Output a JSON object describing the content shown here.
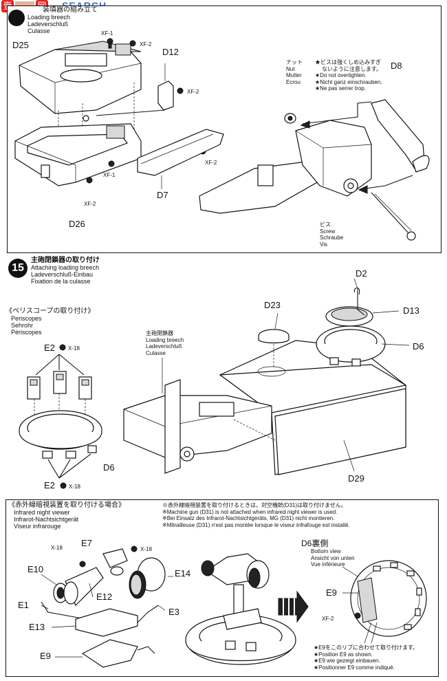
{
  "watermark": {
    "text": "SEARCH",
    "logo_left": "壹",
    "logo_right": "网"
  },
  "top_panel": {
    "caption_jp": "装填器の組み立て",
    "caption_en": "Loading breech",
    "caption_de": "Ladeverschluß",
    "caption_fr": "Culasse",
    "labels": {
      "d25": "D25",
      "xf1_top": "XF-1",
      "xf2_top": "XF-2",
      "d12": "D12",
      "d7": "D7",
      "xf2_mid": "XF-2",
      "xf2_right": "XF-2",
      "xf1_low": "XF-1",
      "xf2_low": "XF-2",
      "d26": "D26",
      "d8": "D8"
    },
    "nut_text": [
      "ナット",
      "Nut",
      "Mutter",
      "Ecrou"
    ],
    "nut_warning": [
      "★ビスは強くしめ込みすぎ",
      "ないように注意します。",
      "★Do not overtighten.",
      "★Nicht ganz einschrauben.",
      "★Ne pas serrer trop."
    ],
    "screw_text": [
      "ビス",
      "Screw",
      "Schraube",
      "Vis"
    ]
  },
  "step15": {
    "number": "15",
    "title_jp": "主砲閉鎖器の取り付け",
    "title_en": "Attaching loading breech",
    "title_de": "Ladeverschluß-Einbau",
    "title_fr": "Fixation de la culasse",
    "periscope_jp": "《ペリスコープの取り付け》",
    "periscope_en": "Periscopes",
    "periscope_de": "Sehrohr",
    "periscope_fr": "Périscopes",
    "breech_text": [
      "主砲閉鎖器",
      "Loading breech",
      "Ladeverschluß",
      "Culasse"
    ],
    "labels": {
      "e2_top": "E2",
      "x18_top": "X-18",
      "d6_left": "D6",
      "e2_bot": "E2",
      "x18_bot": "X-18",
      "d23": "D23",
      "d2": "D2",
      "d13": "D13",
      "d6_right": "D6",
      "d29": "D29"
    }
  },
  "infrared": {
    "title_jp": "《赤外線暗視装置を取り付ける場合》",
    "title_en": "Infrared night viewer",
    "title_de": "Infrarot-Nachtsichtgerät",
    "title_fr": "Viseur infrarouge",
    "notes": [
      "※赤外線暗視装置を取り付けるときは、対空機銃(D31)は取り付けません。",
      "※Machine gun (D31) is not attached when infrared night viewer is used.",
      "※Bei Einsatz des Infrarot-Nachtsichtgeräts, MG (D31) nicht montieren.",
      "※Mitrailleuse (D31) n'est pas montée lorsque le viseur infrafouge est installé."
    ],
    "labels": {
      "e7": "E7",
      "x18_a": "X-18",
      "x18_b": "X-18",
      "e10": "E10",
      "e14": "E14",
      "e12": "E12",
      "e1": "E1",
      "e3": "E3",
      "e13": "E13",
      "e9": "E9"
    },
    "d6_view": [
      "D6裏側",
      "Bottom view",
      "Ansicht von unten",
      "Vue inférieure"
    ],
    "e9_label": "E9",
    "xf2_label": "XF-2",
    "position_notes": [
      "★E9をこのリブに合わせて取り付けます。",
      "★Position E9 as shown.",
      "★E9 wie gezeigt einbauen.",
      "★Positionner E9 comme indiqué."
    ]
  }
}
